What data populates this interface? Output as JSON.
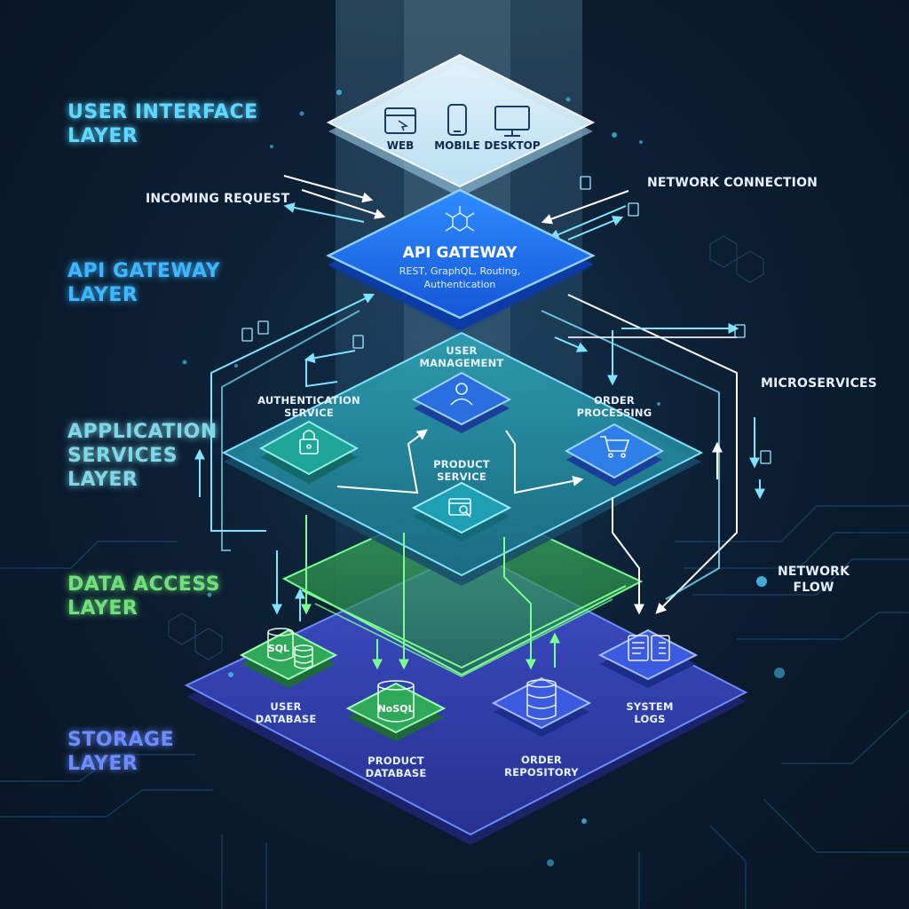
{
  "layers": {
    "ui": [
      "USER INTERFACE",
      "LAYER"
    ],
    "gateway": [
      "API GATEWAY",
      "LAYER"
    ],
    "services": [
      "APPLICATION",
      "SERVICES",
      "LAYER"
    ],
    "data_access": [
      "DATA ACCESS",
      "LAYER"
    ],
    "storage": [
      "STORAGE",
      "LAYER"
    ]
  },
  "layer_colors": {
    "ui": "#5fd8ff",
    "gateway": "#3fb6ff",
    "services": "#7fd6e6",
    "data_access": "#6fe07a",
    "storage": "#6c8cff"
  },
  "clients": {
    "web": "WEB",
    "mobile": "MOBILE",
    "desktop": "DESKTOP"
  },
  "gateway": {
    "title": "API GATEWAY",
    "subtitle_1": "REST, GraphQL, Routing,",
    "subtitle_2": "Authentication"
  },
  "callouts": {
    "incoming": [
      "INCOMING REQUEST"
    ],
    "network_connection": [
      "NETWORK CONNECTION"
    ],
    "microservices": [
      "MICROSERVICES"
    ],
    "network_flow": [
      "NETWORK",
      "FLOW"
    ]
  },
  "services": {
    "user_mgmt": [
      "USER",
      "MANAGEMENT"
    ],
    "auth": [
      "AUTHENTICATION",
      "SERVICE"
    ],
    "order": [
      "ORDER",
      "PROCESSING"
    ],
    "product": [
      "PRODUCT",
      "SERVICE"
    ]
  },
  "storage": {
    "user_db": [
      "USER",
      "DATABASE"
    ],
    "product_db": [
      "PRODUCT",
      "DATABASE"
    ],
    "order_repo": [
      "ORDER",
      "REPOSITORY"
    ],
    "system_logs": [
      "SYSTEM",
      "LOGS"
    ],
    "sql_badge": "SQL",
    "nosql_badge": "NoSQL"
  },
  "icons": {
    "web": "browser-window-icon",
    "mobile": "smartphone-icon",
    "desktop": "monitor-icon",
    "gateway": "network-hub-icon",
    "user_mgmt": "user-icon",
    "auth": "padlock-icon",
    "order": "shopping-cart-icon",
    "product": "storefront-search-icon",
    "user_db": "database-icon",
    "product_db": "database-icon",
    "order_repo": "database-icon",
    "system_logs": "document-list-icon",
    "doc": "document-icon"
  }
}
